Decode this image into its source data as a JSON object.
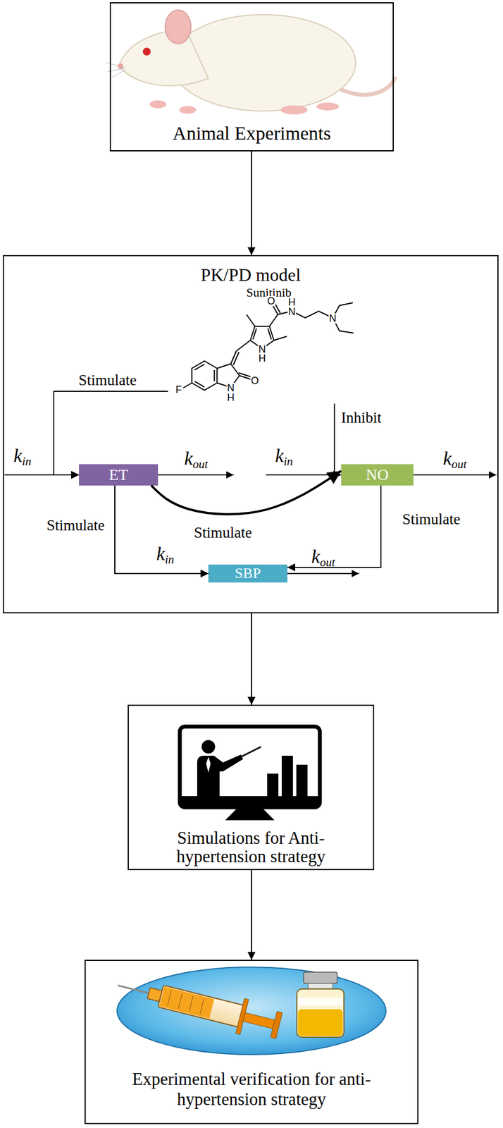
{
  "diagram": {
    "nodes": [
      {
        "text": [
          "Animal Experiments"
        ]
      },
      {
        "text": [
          "PK/PD model"
        ]
      },
      {
        "text": [
          "Sunitinib"
        ],
        "in": 1
      },
      {
        "text": [
          "ET"
        ],
        "in": 1
      },
      {
        "text": [
          "NO"
        ],
        "in": 1
      },
      {
        "text": [
          "SBP"
        ],
        "in": 1
      },
      {
        "text": [
          "Simulations for Anti-hypertension strategy"
        ]
      },
      {
        "text": [
          "Experimental verification for anti-hypertension strategy"
        ]
      }
    ],
    "edges": [
      {
        "from": 0,
        "to": 1,
        "arrow": "to"
      },
      {
        "from": 1,
        "to": 6,
        "arrow": "to"
      },
      {
        "from": 6,
        "to": 7,
        "arrow": "to"
      },
      {
        "from": 2,
        "to": 3,
        "label": "Stimulate",
        "arrow": "to"
      },
      {
        "from": 2,
        "to": 4,
        "label": "Inhibit",
        "arrow": "to"
      },
      {
        "from": 3,
        "to": 4,
        "label": "Stimulate",
        "arrow": "to"
      },
      {
        "from": 3,
        "to": 5,
        "label": "Stimulate",
        "arrow": "to"
      },
      {
        "from": 4,
        "to": 5,
        "label": "Stimulate",
        "arrow": "to"
      }
    ],
    "labels": [
      "kin",
      "kout",
      "kin",
      "kout",
      "kin",
      "kout",
      "F",
      "N",
      "H",
      "O",
      "N",
      "H",
      "O",
      "N",
      "H",
      "N"
    ]
  }
}
